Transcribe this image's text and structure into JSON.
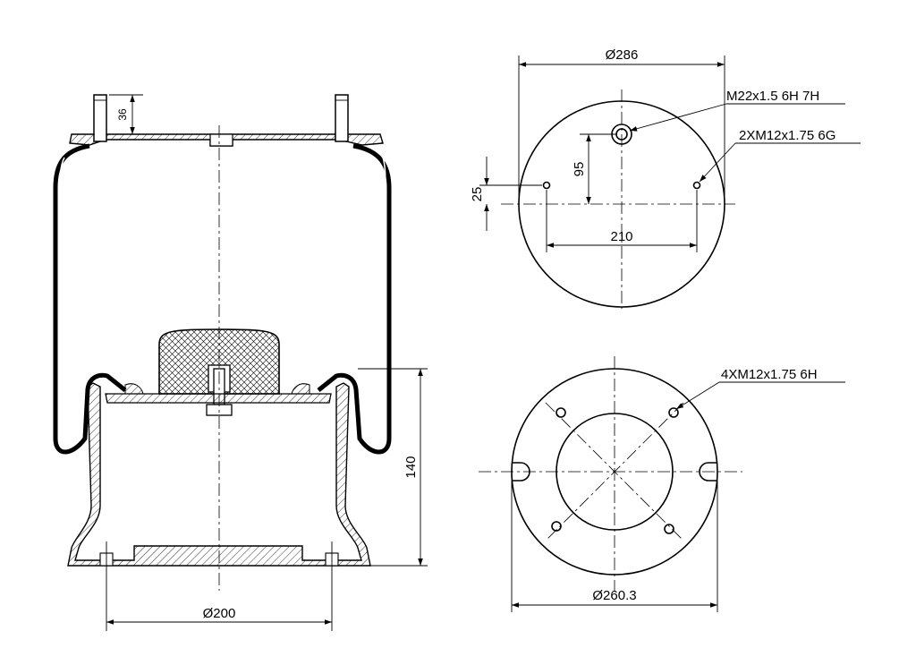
{
  "side_view": {
    "dims": {
      "stud_height": "36",
      "height": "140",
      "bottom_diameter": "Ø200"
    }
  },
  "top_view": {
    "dims": {
      "diameter": "Ø286",
      "air_port_thread": "M22x1.5 6H 7H",
      "stud_thread": "2XM12x1.75 6G",
      "port_offset": "95",
      "stud_offset": "25",
      "stud_spacing": "210"
    }
  },
  "bottom_view": {
    "dims": {
      "bolt_thread": "4XM12x1.75 6H",
      "diameter": "Ø260.3"
    }
  }
}
